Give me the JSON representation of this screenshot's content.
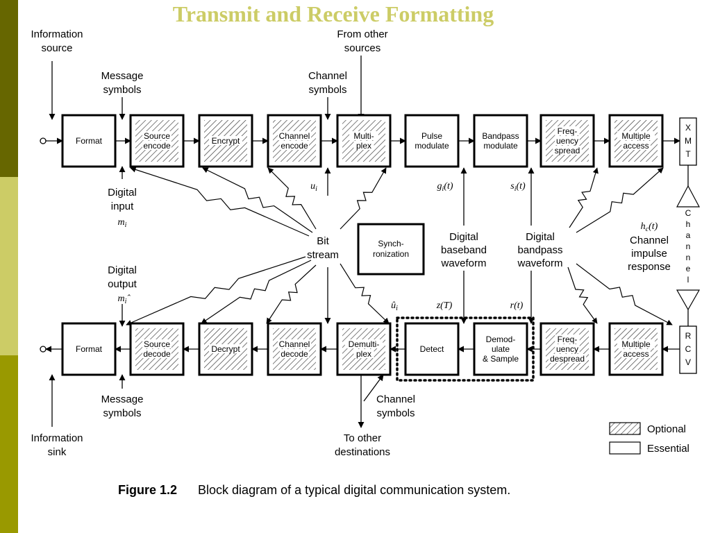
{
  "title": "Transmit and Receive Formatting",
  "colors": {
    "sidebar": [
      "#666600",
      "#cccc66",
      "#999900"
    ],
    "title": "#cccc66"
  },
  "tx": {
    "blocks": [
      {
        "lines": [
          "Format"
        ],
        "optional": false
      },
      {
        "lines": [
          "Source",
          "encode"
        ],
        "optional": true
      },
      {
        "lines": [
          "Encrypt"
        ],
        "optional": true
      },
      {
        "lines": [
          "Channel",
          "encode"
        ],
        "optional": true
      },
      {
        "lines": [
          "Multi-",
          "plex"
        ],
        "optional": true
      },
      {
        "lines": [
          "Pulse",
          "modulate"
        ],
        "optional": false
      },
      {
        "lines": [
          "Bandpass",
          "modulate"
        ],
        "optional": false
      },
      {
        "lines": [
          "Freq-",
          "uency",
          "spread"
        ],
        "optional": true
      },
      {
        "lines": [
          "Multiple",
          "access"
        ],
        "optional": true
      }
    ],
    "xmt": [
      "X",
      "M",
      "T"
    ]
  },
  "rx": {
    "blocks": [
      {
        "lines": [
          "Format"
        ],
        "optional": false
      },
      {
        "lines": [
          "Source",
          "decode"
        ],
        "optional": true
      },
      {
        "lines": [
          "Decrypt"
        ],
        "optional": true
      },
      {
        "lines": [
          "Channel",
          "decode"
        ],
        "optional": true
      },
      {
        "lines": [
          "Demulti-",
          "plex"
        ],
        "optional": true
      },
      {
        "lines": [
          "Detect"
        ],
        "optional": false
      },
      {
        "lines": [
          "Demod-",
          "ulate",
          "& Sample"
        ],
        "optional": false
      },
      {
        "lines": [
          "Freq-",
          "uency",
          "despread"
        ],
        "optional": true
      },
      {
        "lines": [
          "Multiple",
          "access"
        ],
        "optional": true
      }
    ],
    "rcv": [
      "R",
      "C",
      "V"
    ]
  },
  "channel_letters": [
    "C",
    "h",
    "a",
    "n",
    "n",
    "e",
    "l"
  ],
  "sync_block": [
    "Synch-",
    "ronization"
  ],
  "labels": {
    "information_source": [
      "Information",
      "source"
    ],
    "message_symbols_top": [
      "Message",
      "symbols"
    ],
    "channel_symbols_top": [
      "Channel",
      "symbols"
    ],
    "from_other_sources": [
      "From other",
      "sources"
    ],
    "digital_input": [
      "Digital",
      "input"
    ],
    "m_i": "m",
    "u_i": "u",
    "g_i_t": "g(t)",
    "s_i_t": "s(t)",
    "bit_stream": [
      "Bit",
      "stream"
    ],
    "digital_baseband": [
      "Digital",
      "baseband",
      "waveform"
    ],
    "digital_bandpass": [
      "Digital",
      "bandpass",
      "waveform"
    ],
    "h_c_t": "h(t)",
    "channel_impulse": [
      "Channel",
      "impulse",
      "response"
    ],
    "digital_output": [
      "Digital",
      "output"
    ],
    "m_hat_i": "m̂",
    "u_hat_i": "û",
    "z_T": "z(T)",
    "r_t": "r(t)",
    "message_symbols_bottom": [
      "Message",
      "symbols"
    ],
    "information_sink": [
      "Information",
      "sink"
    ],
    "channel_symbols_bottom": [
      "Channel",
      "symbols"
    ],
    "to_other_destinations": [
      "To other",
      "destinations"
    ]
  },
  "legend": {
    "optional": "Optional",
    "essential": "Essential"
  },
  "caption": {
    "figure": "Figure 1.2",
    "text": "Block diagram of a typical digital communication system."
  }
}
